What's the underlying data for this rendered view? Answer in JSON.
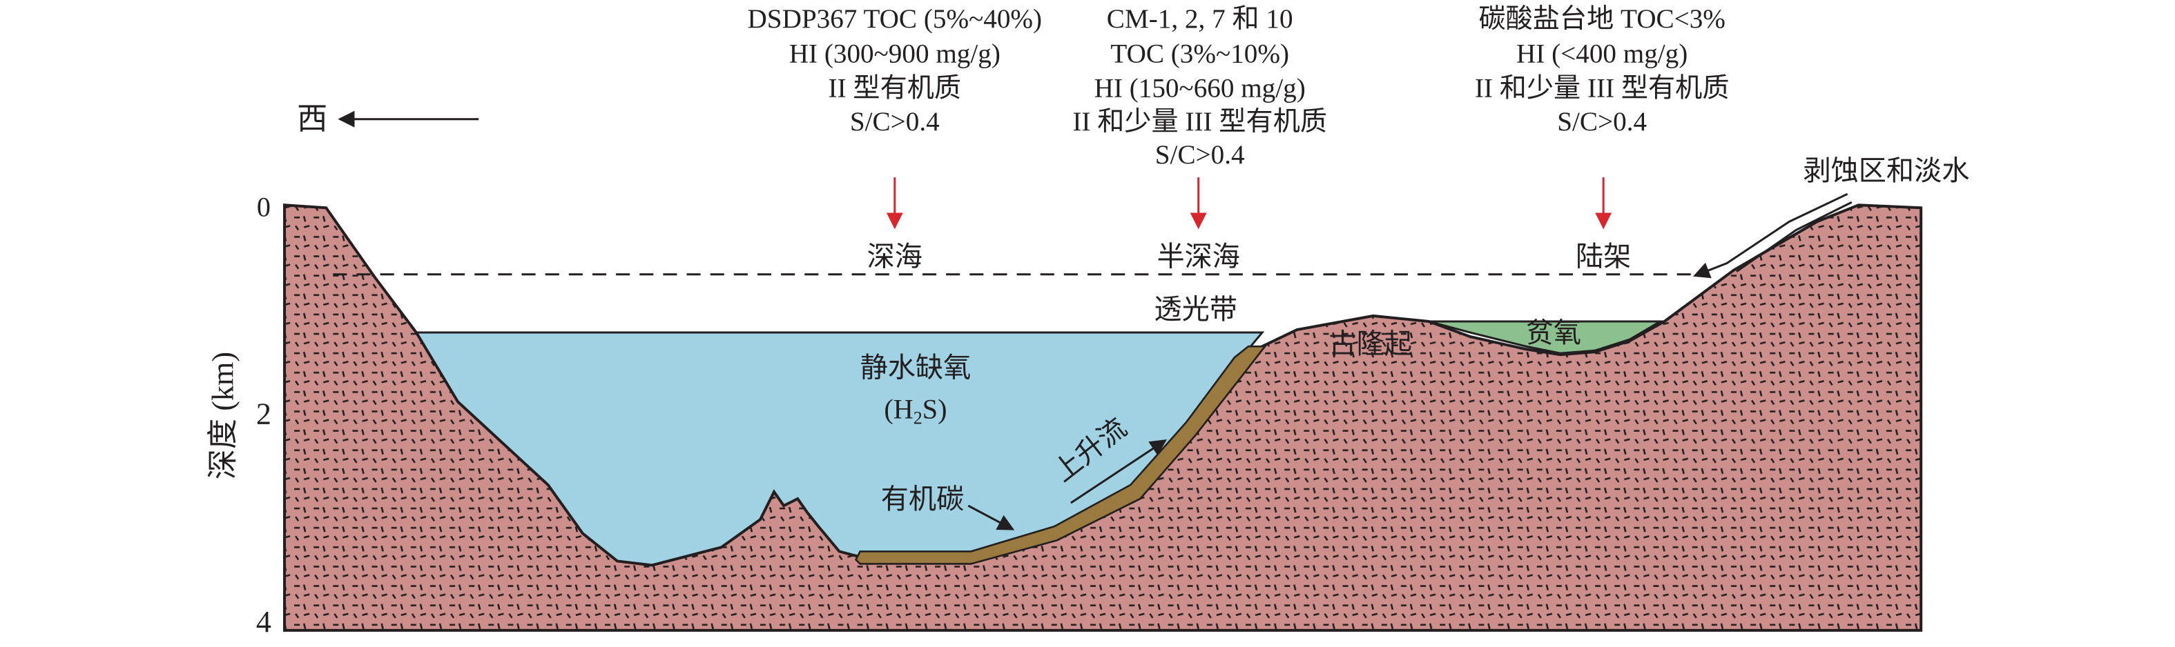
{
  "axis": {
    "ylabel": "深度 (km)",
    "ticks": [
      "0",
      "2",
      "4"
    ],
    "direction_label": "西"
  },
  "annotations": {
    "deep_sea": [
      "DSDP367 TOC (5%~40%)",
      "HI (300~900 mg/g)",
      "II 型有机质",
      "S/C>0.4"
    ],
    "semi_deep_sea": [
      "CM-1, 2, 7 和 10",
      "TOC (3%~10%)",
      "HI (150~660 mg/g)",
      "II 和少量 III 型有机质",
      "S/C>0.4"
    ],
    "shelf": [
      "碳酸盐台地 TOC<3%",
      "HI (<400 mg/g)",
      "II 和少量 III 型有机质",
      "S/C>0.4"
    ]
  },
  "zones": {
    "deep_sea": "深海",
    "semi_deep_sea": "半深海",
    "shelf": "陆架",
    "photic_zone": "透光带",
    "paleo_uplift": "古隆起",
    "dysoxic": "贫氧",
    "euxinic": "静水缺氧",
    "euxinic_sub": "(H",
    "euxinic_sub2": "2",
    "euxinic_sub3": "S)",
    "organic_carbon": "有机碳",
    "upwelling": "上升流",
    "erosion": "剥蚀区和淡水"
  },
  "colors": {
    "rock": "#cc8f8c",
    "water": "#a0d2e4",
    "dysoxic": "#8cc08e",
    "organic": "#9b7a3f",
    "arrow_red": "#d7262e"
  }
}
